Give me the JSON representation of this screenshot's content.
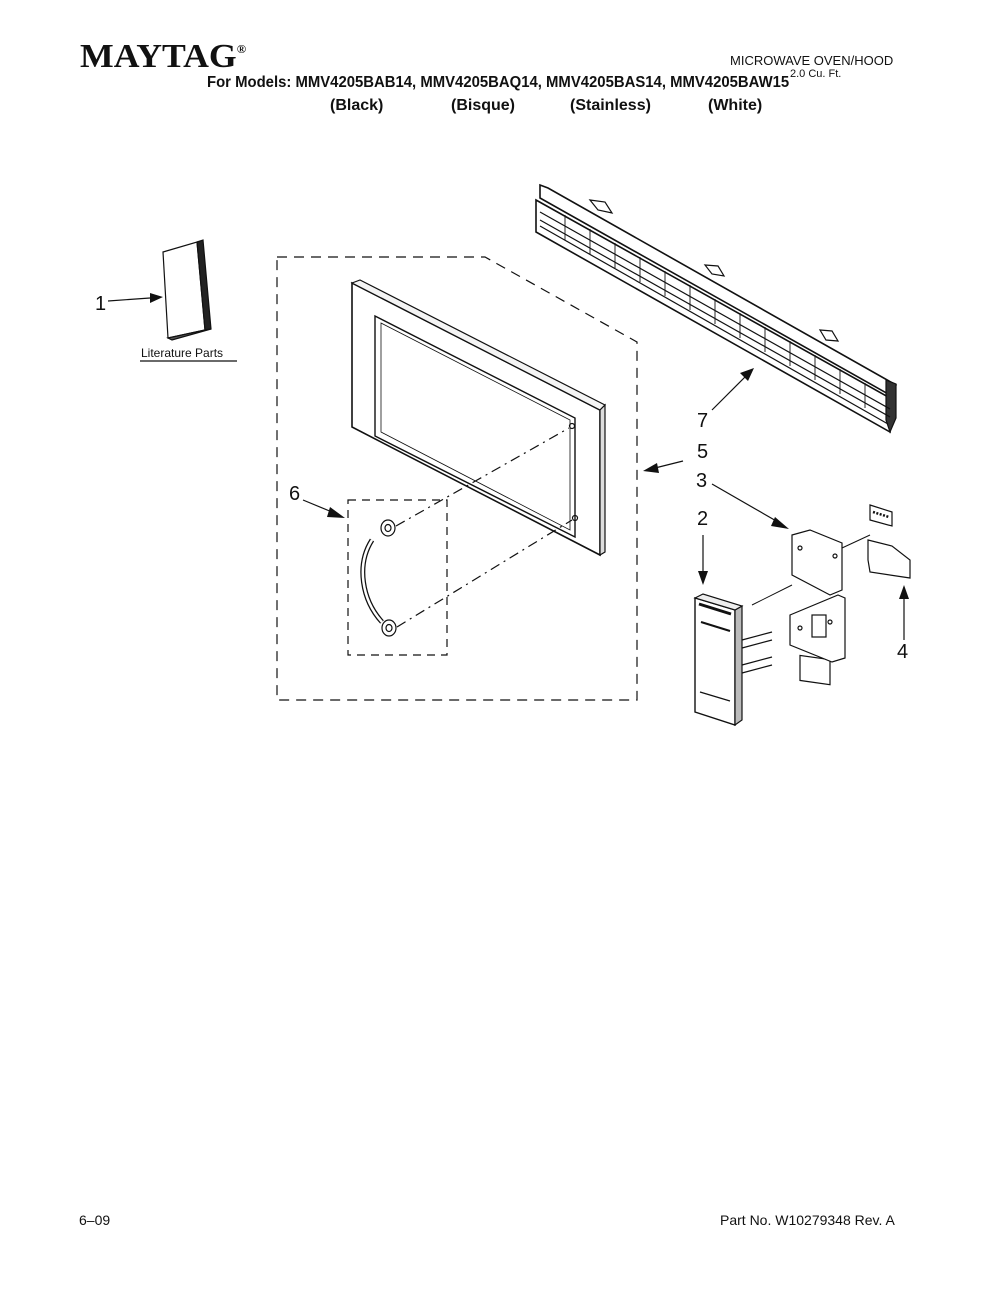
{
  "header": {
    "brand": "MAYTAG",
    "product_type": "MICROWAVE OVEN/HOOD",
    "capacity": "2.0 Cu. Ft.",
    "models_line": "For Models: MMV4205BAB14, MMV4205BAQ14, MMV4205BAS14, MMV4205BAW15",
    "colors": [
      "(Black)",
      "(Bisque)",
      "(Stainless)",
      "(White)"
    ]
  },
  "diagram": {
    "literature_label": "Literature Parts",
    "callouts": [
      "1",
      "2",
      "3",
      "4",
      "5",
      "6",
      "7"
    ]
  },
  "footer": {
    "date": "6–09",
    "part_number": "Part No. W10279348 Rev. A"
  }
}
